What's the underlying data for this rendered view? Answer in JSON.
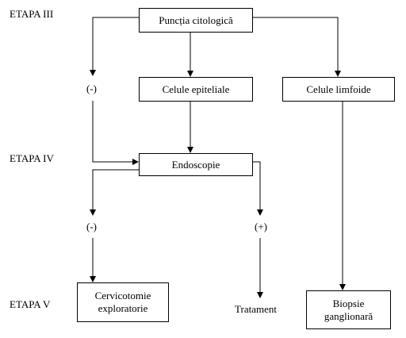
{
  "stages": {
    "etapa3": "ETAPA III",
    "etapa4": "ETAPA IV",
    "etapa5": "ETAPA V"
  },
  "nodes": {
    "punctia": "Puncția citologică",
    "negative1": "(-)",
    "epiteliale": "Celule epiteliale",
    "limfoide": "Celule limfoide",
    "endoscopie": "Endoscopie",
    "negative2": "(-)",
    "positive": "(+)",
    "cervicotomie_line1": "Cervicotomie",
    "cervicotomie_line2": "exploratorie",
    "tratament": "Tratament",
    "biopsie_line1": "Biopsie",
    "biopsie_line2": "ganglionară"
  }
}
